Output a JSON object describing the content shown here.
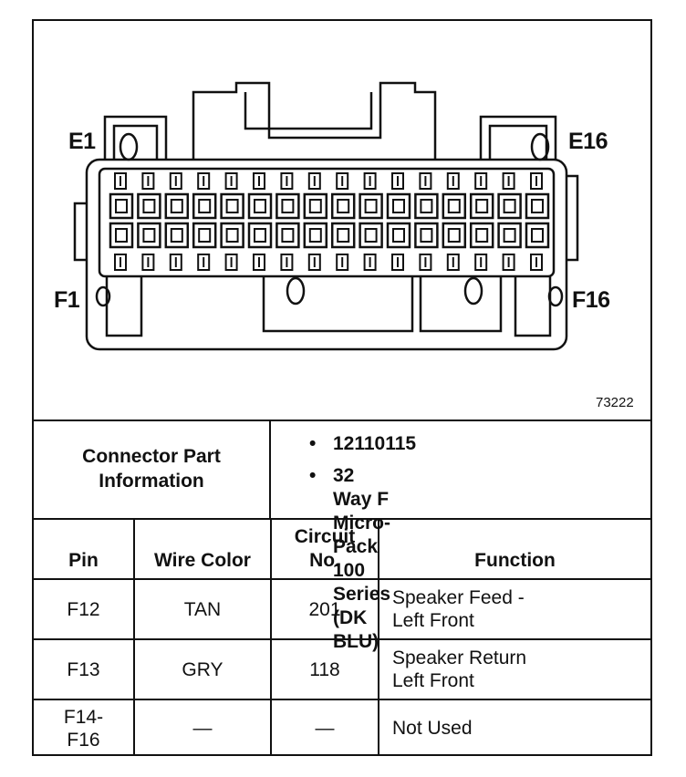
{
  "diagram": {
    "pin_labels": {
      "top_left": "E1",
      "top_right": "E16",
      "bottom_left": "F1",
      "bottom_right": "F16"
    },
    "figure_number": "73222"
  },
  "connector_info": {
    "heading": "Connector Part\nInformation",
    "items": [
      "12110115",
      "32 Way F Micro-Pack\n100 Series (DK BLU)"
    ]
  },
  "table": {
    "headers": [
      "Pin",
      "Wire Color",
      "Circuit\nNo.",
      "Function"
    ],
    "rows": [
      {
        "pin": "F12",
        "wire_color": "TAN",
        "circuit": "201",
        "function": "Speaker Feed -\nLeft Front"
      },
      {
        "pin": "F13",
        "wire_color": "GRY",
        "circuit": "118",
        "function": "Speaker Return\nLeft Front"
      },
      {
        "pin": "F14-\nF16",
        "wire_color": "—",
        "circuit": "—",
        "function": "Not Used"
      }
    ]
  }
}
